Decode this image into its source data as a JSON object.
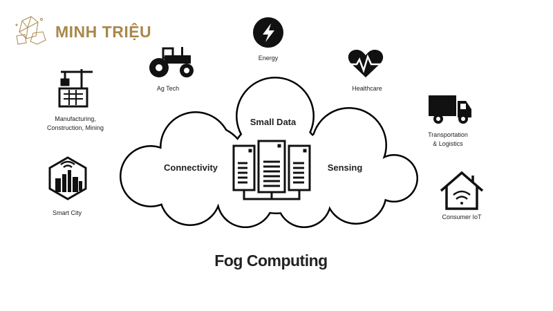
{
  "brand": {
    "name": "MINH TRIỆU",
    "color": "#a8884a"
  },
  "title": "Fog Computing",
  "cloud": {
    "top": "Small Data",
    "left": "Connectivity",
    "right": "Sensing"
  },
  "items": {
    "energy": "Energy",
    "agtech": "Ag Tech",
    "healthcare": "Healthcare",
    "manufacturing_1": "Manufacturing,",
    "manufacturing_2": "Construction, Mining",
    "transport_1": "Transportation",
    "transport_2": "& Logistics",
    "smartcity": "Smart City",
    "consumer": "Consumer IoT"
  }
}
